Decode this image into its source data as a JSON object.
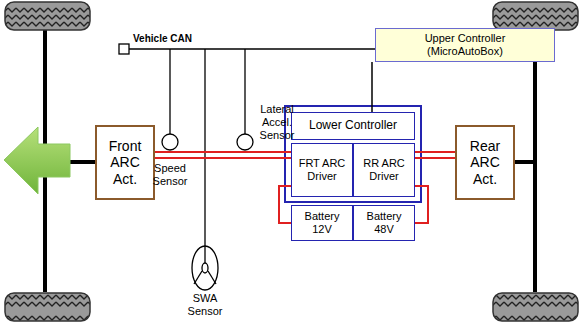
{
  "diagram": {
    "nodes": [
      {
        "text": [
          "Upper Controller (MicroAutoBox)"
        ]
      },
      {
        "text": [
          "Front ARC Act."
        ]
      },
      {
        "text": [
          "Lower Controller"
        ]
      },
      {
        "text": [
          "FRT ARC Driver"
        ]
      },
      {
        "text": [
          "RR ARC Driver"
        ]
      },
      {
        "text": [
          "Battery 12V"
        ]
      },
      {
        "text": [
          "Battery 48V"
        ]
      },
      {
        "text": [
          "Rear ARC Act."
        ]
      }
    ],
    "edges": [
      {
        "from": 0,
        "to": 2,
        "arrow": "none"
      },
      {
        "from": 1,
        "to": 3,
        "arrow": "none"
      },
      {
        "from": 4,
        "to": 7,
        "arrow": "none"
      },
      {
        "from": 5,
        "to": 3,
        "arrow": "none"
      },
      {
        "from": 6,
        "to": 4,
        "arrow": "none"
      }
    ],
    "labels": [
      "Vehicle CAN",
      "Speed Sensor",
      "Lateral Accel. Sensor",
      "SWA Sensor"
    ]
  }
}
